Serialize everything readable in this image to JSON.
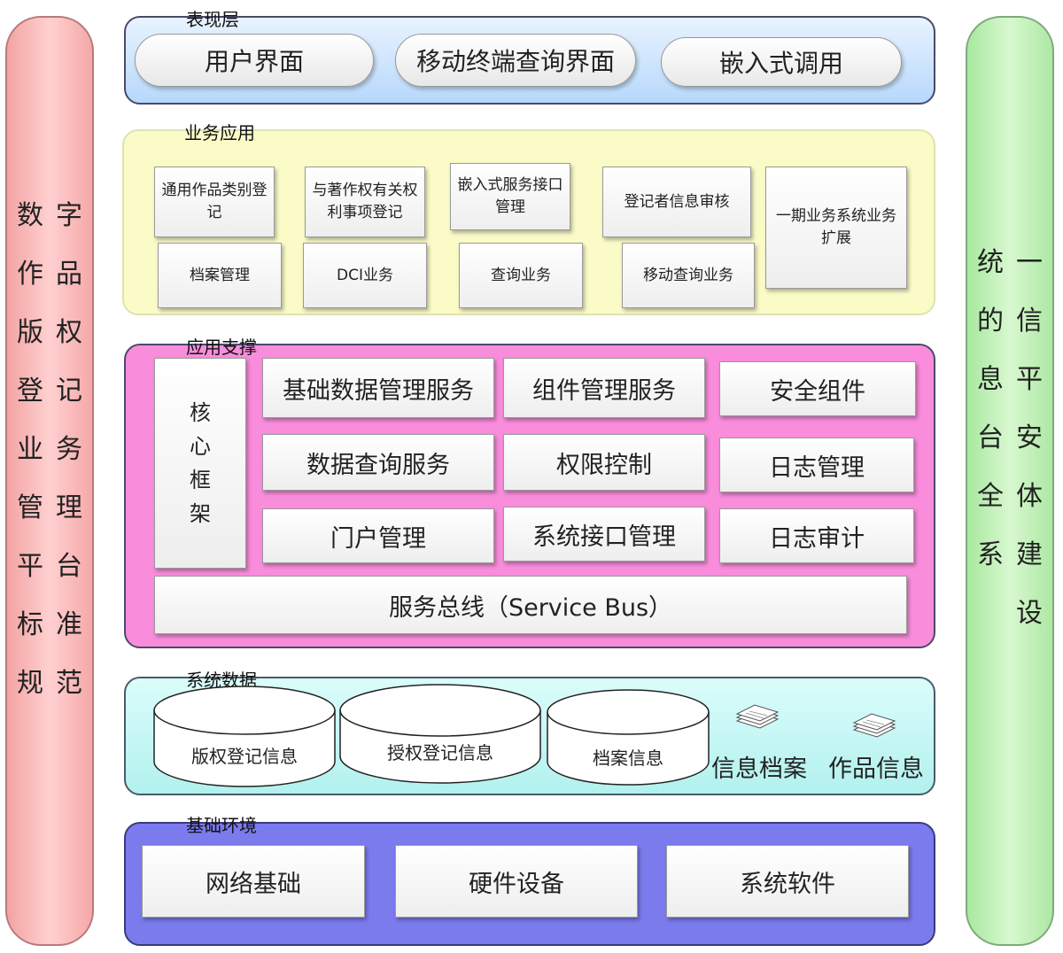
{
  "left_pillar": {
    "col1": [
      "数",
      "作",
      "版",
      "登",
      "业",
      "管",
      "平",
      "标",
      "规"
    ],
    "col2": [
      "字",
      "品",
      "权",
      "记",
      "务",
      "理",
      "台",
      "准",
      "范"
    ]
  },
  "right_pillar": {
    "col1": [
      "统",
      "的",
      "息",
      "台",
      "全",
      "系"
    ],
    "col2": [
      "一",
      "信",
      "平",
      "安",
      "体",
      "建",
      "设"
    ]
  },
  "presentation": {
    "title": "表现层",
    "items": [
      "用户界面",
      "移动终端查询界面",
      "嵌入式调用"
    ]
  },
  "business": {
    "title": "业务应用",
    "items": [
      "通用作品类别登记",
      "与著作权有关权利事项登记",
      "嵌入式服务接口管理",
      "登记者信息审核",
      "一期业务系统业务扩展",
      "档案管理",
      "DCI业务",
      "查询业务",
      "移动查询业务"
    ]
  },
  "support": {
    "title": "应用支撑",
    "core": "核心框架",
    "items": [
      "基础数据管理服务",
      "组件管理服务",
      "安全组件",
      "数据查询服务",
      "权限控制",
      "日志管理",
      "门户管理",
      "系统接口管理",
      "日志审计"
    ],
    "bus": "服务总线（Service Bus）"
  },
  "data": {
    "title": "系统数据",
    "cylinders": [
      "版权登记信息",
      "授权登记信息",
      "档案信息"
    ],
    "docs": [
      "信息档案",
      "作品信息"
    ]
  },
  "infra": {
    "title": "基础环境",
    "items": [
      "网络基础",
      "硬件设备",
      "系统软件"
    ]
  }
}
